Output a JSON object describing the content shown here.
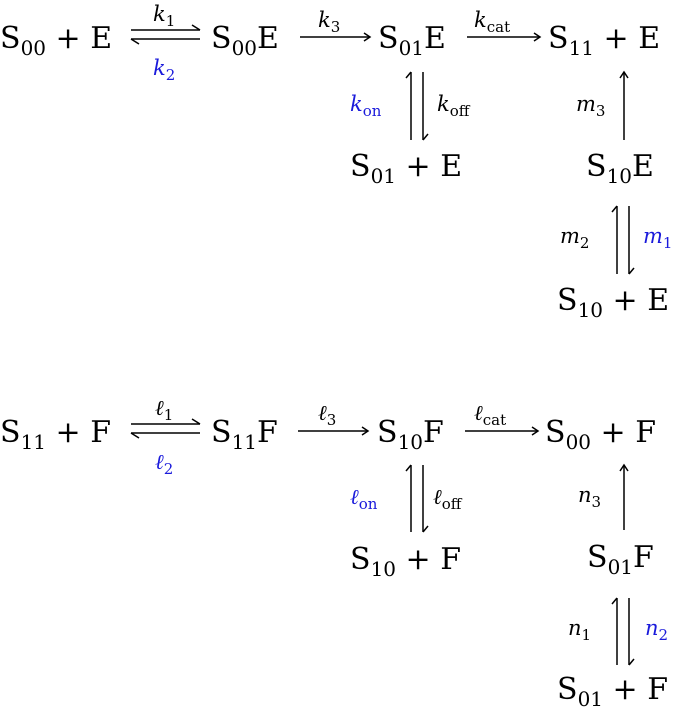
{
  "colors": {
    "ink": "#000000",
    "highlight": "#1a1adb"
  },
  "scheme1": {
    "species": [
      {
        "id": "s00_e",
        "base": "S",
        "sub": "00",
        "tail": " + E"
      },
      {
        "id": "s00e",
        "base": "S",
        "sub": "00",
        "tail": "E"
      },
      {
        "id": "s01e",
        "base": "S",
        "sub": "01",
        "tail": "E"
      },
      {
        "id": "s11_e",
        "base": "S",
        "sub": "11",
        "tail": " + E"
      },
      {
        "id": "s01_e",
        "base": "S",
        "sub": "01",
        "tail": " + E"
      },
      {
        "id": "s10e",
        "base": "S",
        "sub": "10",
        "tail": "E"
      },
      {
        "id": "s10_e",
        "base": "S",
        "sub": "10",
        "tail": " + E"
      }
    ],
    "rates": [
      {
        "id": "k1",
        "sym": "k",
        "sub": "1",
        "color": "black"
      },
      {
        "id": "k2",
        "sym": "k",
        "sub": "2",
        "color": "blue"
      },
      {
        "id": "k3",
        "sym": "k",
        "sub": "3",
        "color": "black"
      },
      {
        "id": "kcat",
        "sym": "k",
        "sub": "cat",
        "color": "black"
      },
      {
        "id": "kon",
        "sym": "k",
        "sub": "on",
        "color": "blue"
      },
      {
        "id": "koff",
        "sym": "k",
        "sub": "off",
        "color": "black"
      },
      {
        "id": "m3",
        "sym": "m",
        "sub": "3",
        "color": "black"
      },
      {
        "id": "m2",
        "sym": "m",
        "sub": "2",
        "color": "black"
      },
      {
        "id": "m1",
        "sym": "m",
        "sub": "1",
        "color": "blue"
      }
    ]
  },
  "scheme2": {
    "species": [
      {
        "id": "s11_f",
        "base": "S",
        "sub": "11",
        "tail": " + F"
      },
      {
        "id": "s11f",
        "base": "S",
        "sub": "11",
        "tail": "F"
      },
      {
        "id": "s10f",
        "base": "S",
        "sub": "10",
        "tail": "F"
      },
      {
        "id": "s00_f",
        "base": "S",
        "sub": "00",
        "tail": " + F"
      },
      {
        "id": "s10_f",
        "base": "S",
        "sub": "10",
        "tail": " + F"
      },
      {
        "id": "s01f",
        "base": "S",
        "sub": "01",
        "tail": "F"
      },
      {
        "id": "s01_f",
        "base": "S",
        "sub": "01",
        "tail": " + F"
      }
    ],
    "rates": [
      {
        "id": "l1",
        "sym": "ℓ",
        "sub": "1",
        "color": "black"
      },
      {
        "id": "l2",
        "sym": "ℓ",
        "sub": "2",
        "color": "blue"
      },
      {
        "id": "l3",
        "sym": "ℓ",
        "sub": "3",
        "color": "black"
      },
      {
        "id": "lcat",
        "sym": "ℓ",
        "sub": "cat",
        "color": "black"
      },
      {
        "id": "lon",
        "sym": "ℓ",
        "sub": "on",
        "color": "blue"
      },
      {
        "id": "loff",
        "sym": "ℓ",
        "sub": "off",
        "color": "black"
      },
      {
        "id": "n3",
        "sym": "n",
        "sub": "3",
        "color": "black"
      },
      {
        "id": "n1",
        "sym": "n",
        "sub": "1",
        "color": "black"
      },
      {
        "id": "n2",
        "sym": "n",
        "sub": "2",
        "color": "blue"
      }
    ]
  }
}
